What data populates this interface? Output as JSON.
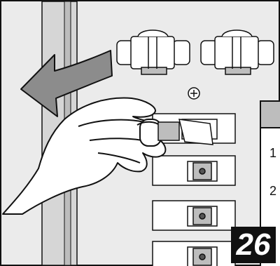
{
  "step": {
    "number": "26"
  },
  "panel": {
    "row_labels": [
      "1",
      "2"
    ]
  },
  "colors": {
    "background": "#ebebeb",
    "outline": "#111111",
    "shade": "#bdbdbd",
    "arrow": "#8c8c8c",
    "badge": "#111111"
  },
  "icons": {
    "direction": "arrow-left-icon",
    "screw": "screw-icon"
  }
}
